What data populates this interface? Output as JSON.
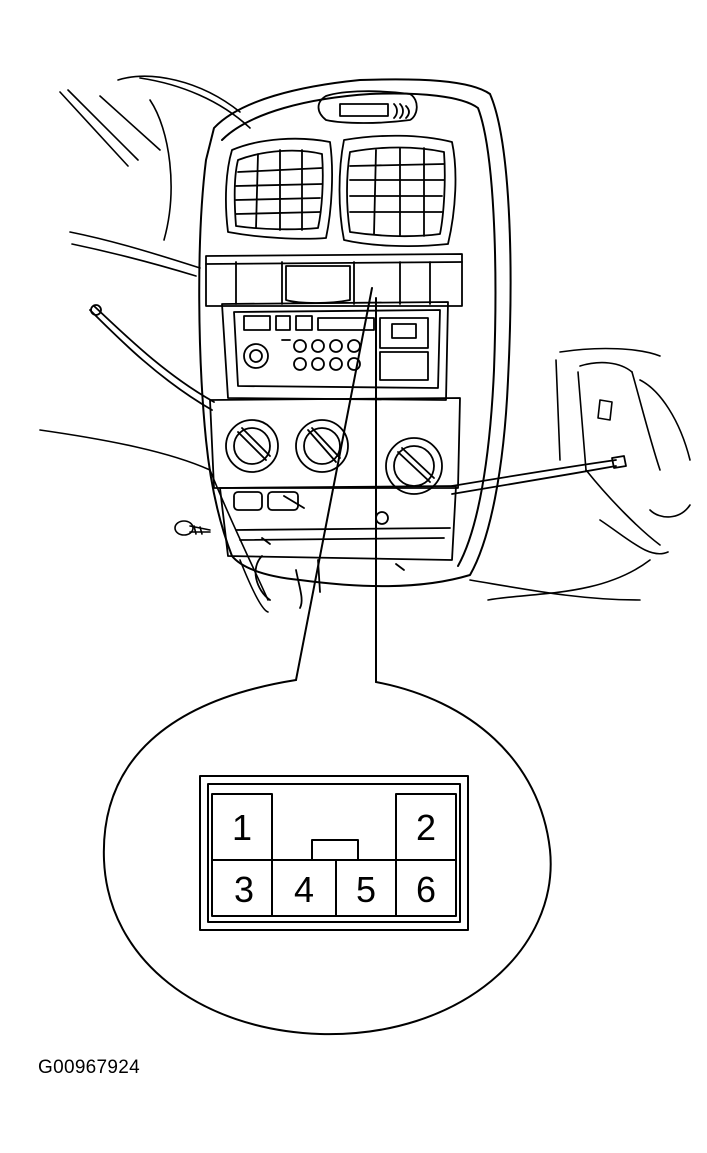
{
  "figure": {
    "id_label": "G00967924"
  },
  "connector": {
    "pins": [
      {
        "number": "1"
      },
      {
        "number": "2"
      },
      {
        "number": "3"
      },
      {
        "number": "4"
      },
      {
        "number": "5"
      },
      {
        "number": "6"
      }
    ]
  },
  "style": {
    "line_color": "#000000",
    "background": "#ffffff"
  }
}
